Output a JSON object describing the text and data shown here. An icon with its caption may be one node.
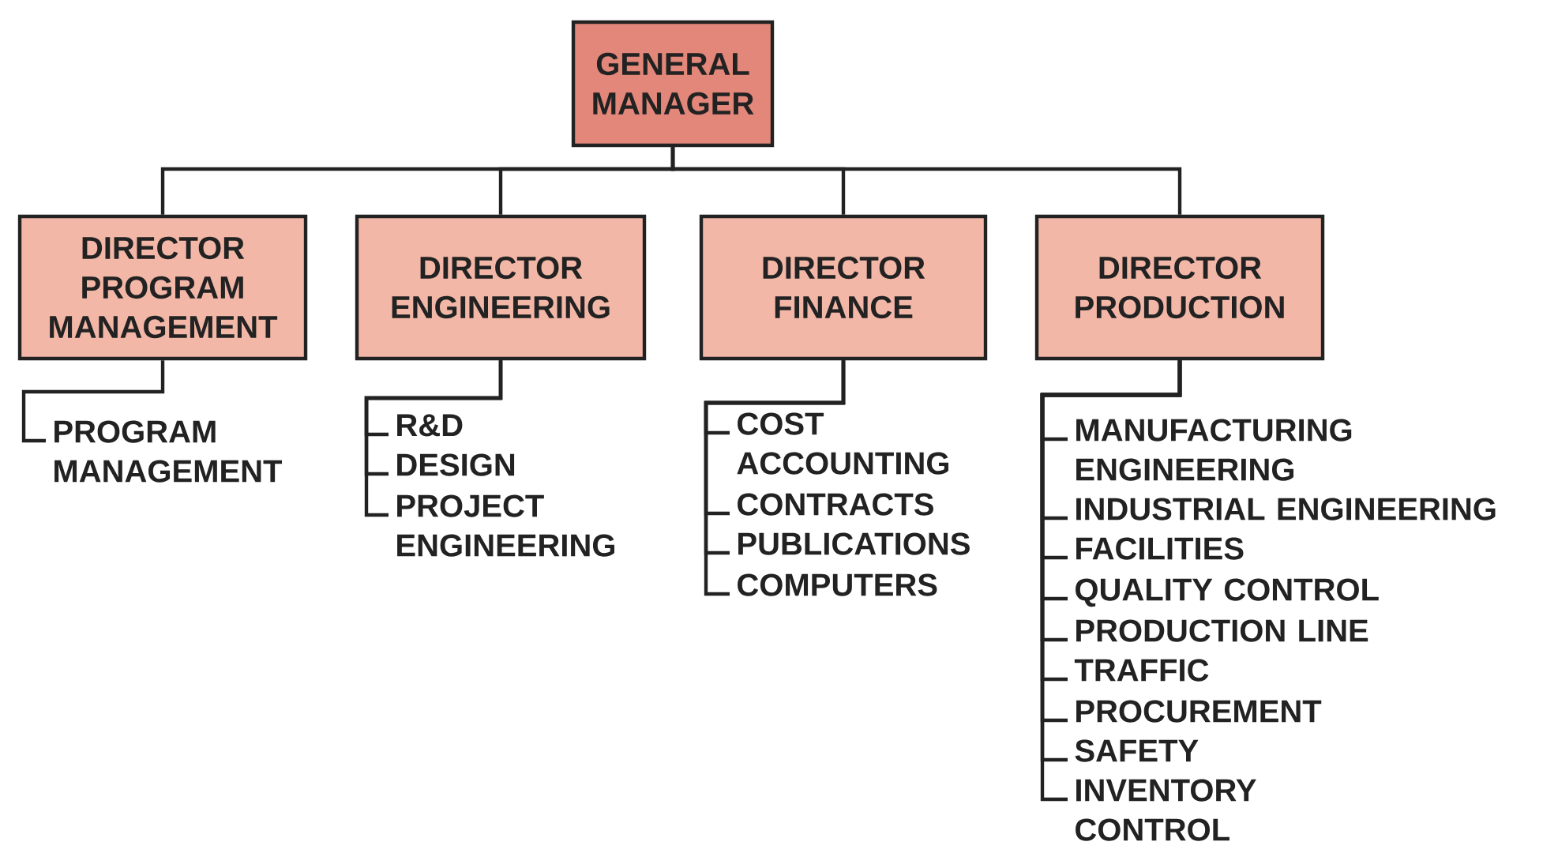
{
  "diagram": {
    "nodes": [
      {
        "text": [
          "GENERAL MANAGER"
        ]
      },
      {
        "text": [
          "DIRECTOR PROGRAM MANAGEMENT"
        ]
      },
      {
        "text": [
          "DIRECTOR ENGINEERING"
        ]
      },
      {
        "text": [
          "DIRECTOR FINANCE"
        ]
      },
      {
        "text": [
          "DIRECTOR PRODUCTION"
        ]
      },
      {
        "text": [
          "PROGRAM MANAGEMENT"
        ]
      },
      {
        "text": [
          "R&D"
        ]
      },
      {
        "text": [
          "DESIGN"
        ]
      },
      {
        "text": [
          "PROJECT ENGINEERING"
        ]
      },
      {
        "text": [
          "COST ACCOUNTING"
        ]
      },
      {
        "text": [
          "CONTRACTS"
        ]
      },
      {
        "text": [
          "PUBLICATIONS"
        ]
      },
      {
        "text": [
          "COMPUTERS"
        ]
      },
      {
        "text": [
          "MANUFACTURING ENGINEERING"
        ]
      },
      {
        "text": [
          "INDUSTRIAL ENGINEERING"
        ]
      },
      {
        "text": [
          "FACILITIES"
        ]
      },
      {
        "text": [
          "QUALITY CONTROL"
        ]
      },
      {
        "text": [
          "PRODUCTION LINE"
        ]
      },
      {
        "text": [
          "TRAFFIC"
        ]
      },
      {
        "text": [
          "PROCUREMENT"
        ]
      },
      {
        "text": [
          "SAFETY"
        ]
      },
      {
        "text": [
          "INVENTORY CONTROL"
        ]
      }
    ],
    "edges": [
      {
        "from": 0,
        "to": 1,
        "arrow": "none"
      },
      {
        "from": 0,
        "to": 2,
        "arrow": "none"
      },
      {
        "from": 0,
        "to": 3,
        "arrow": "none"
      },
      {
        "from": 0,
        "to": 4,
        "arrow": "none"
      },
      {
        "from": 1,
        "to": 5,
        "arrow": "none"
      },
      {
        "from": 2,
        "to": 6,
        "arrow": "none"
      },
      {
        "from": 2,
        "to": 7,
        "arrow": "none"
      },
      {
        "from": 2,
        "to": 8,
        "arrow": "none"
      },
      {
        "from": 3,
        "to": 9,
        "arrow": "none"
      },
      {
        "from": 3,
        "to": 10,
        "arrow": "none"
      },
      {
        "from": 3,
        "to": 11,
        "arrow": "none"
      },
      {
        "from": 3,
        "to": 12,
        "arrow": "none"
      },
      {
        "from": 4,
        "to": 13,
        "arrow": "none"
      },
      {
        "from": 4,
        "to": 14,
        "arrow": "none"
      },
      {
        "from": 4,
        "to": 15,
        "arrow": "none"
      },
      {
        "from": 4,
        "to": 16,
        "arrow": "none"
      },
      {
        "from": 4,
        "to": 17,
        "arrow": "none"
      },
      {
        "from": 4,
        "to": 18,
        "arrow": "none"
      },
      {
        "from": 4,
        "to": 19,
        "arrow": "none"
      },
      {
        "from": 4,
        "to": 20,
        "arrow": "none"
      },
      {
        "from": 4,
        "to": 21,
        "arrow": "none"
      }
    ]
  }
}
